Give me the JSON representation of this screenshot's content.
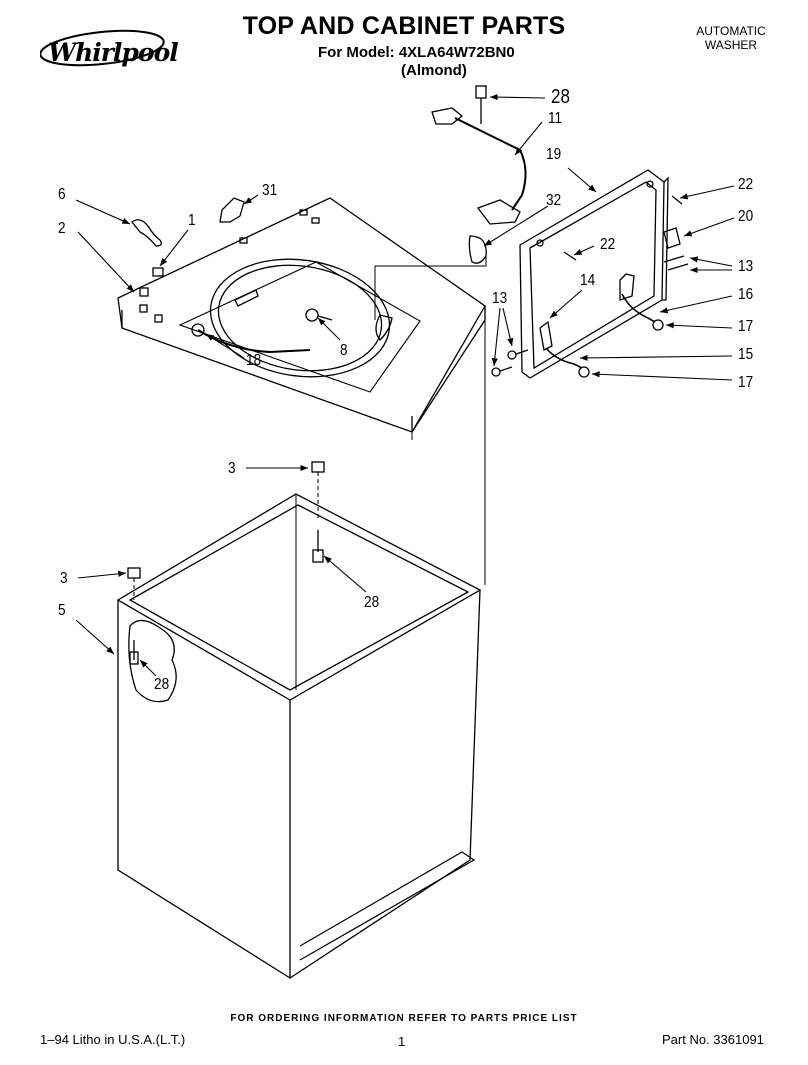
{
  "header": {
    "brand": "Whirlpool",
    "title": "TOP AND CABINET PARTS",
    "model": "For Model: 4XLA64W72BN0",
    "color": "(Almond)",
    "product_type_line1": "AUTOMATIC",
    "product_type_line2": "WASHER"
  },
  "callouts": {
    "c28_top": "28",
    "c11": "11",
    "c19": "19",
    "c22_a": "22",
    "c20": "20",
    "c22_b": "22",
    "c13_right": "13",
    "c16": "16",
    "c17_a": "17",
    "c15": "15",
    "c17_b": "17",
    "c14": "14",
    "c13_left": "13",
    "c32": "32",
    "c31": "31",
    "c6": "6",
    "c1": "1",
    "c2": "2",
    "c8": "8",
    "c18": "18",
    "c3_a": "3",
    "c28_mid": "28",
    "c3_b": "3",
    "c5": "5",
    "c28_low": "28"
  },
  "footer": {
    "note": "FOR ORDERING INFORMATION REFER TO PARTS PRICE LIST",
    "litho": "1–94 Litho in U.S.A.(L.T.)",
    "page": "1",
    "part_no": "Part No. 3361091"
  }
}
